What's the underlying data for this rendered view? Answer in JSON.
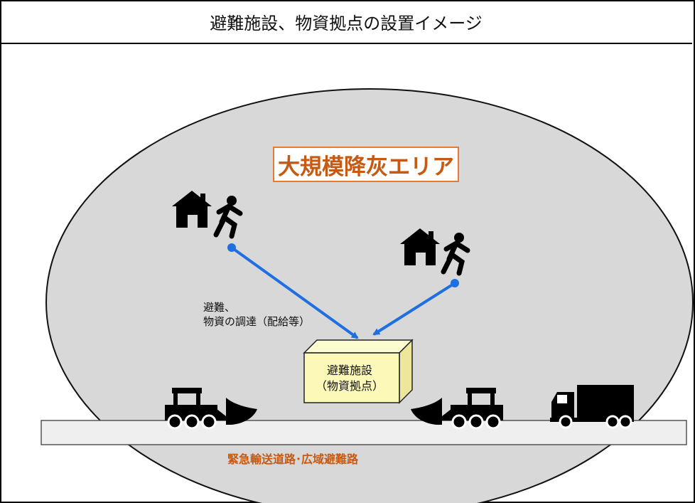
{
  "header": {
    "title": "避難施設、物資拠点の設置イメージ"
  },
  "area": {
    "label": "大規模降灰エリア"
  },
  "evacuation_note": {
    "line1": "避難、",
    "line2": "物資の調達（配給等）"
  },
  "facility": {
    "line1": "避難施設",
    "line2": "（物資拠点）"
  },
  "road": {
    "label": "緊急輸送道路･広域避難路"
  },
  "colors": {
    "area_fill": "#d8d8d8",
    "arrow": "#1f6fe0",
    "accent_text": "#c65a12",
    "facility_fill": "#fbf8b8"
  }
}
